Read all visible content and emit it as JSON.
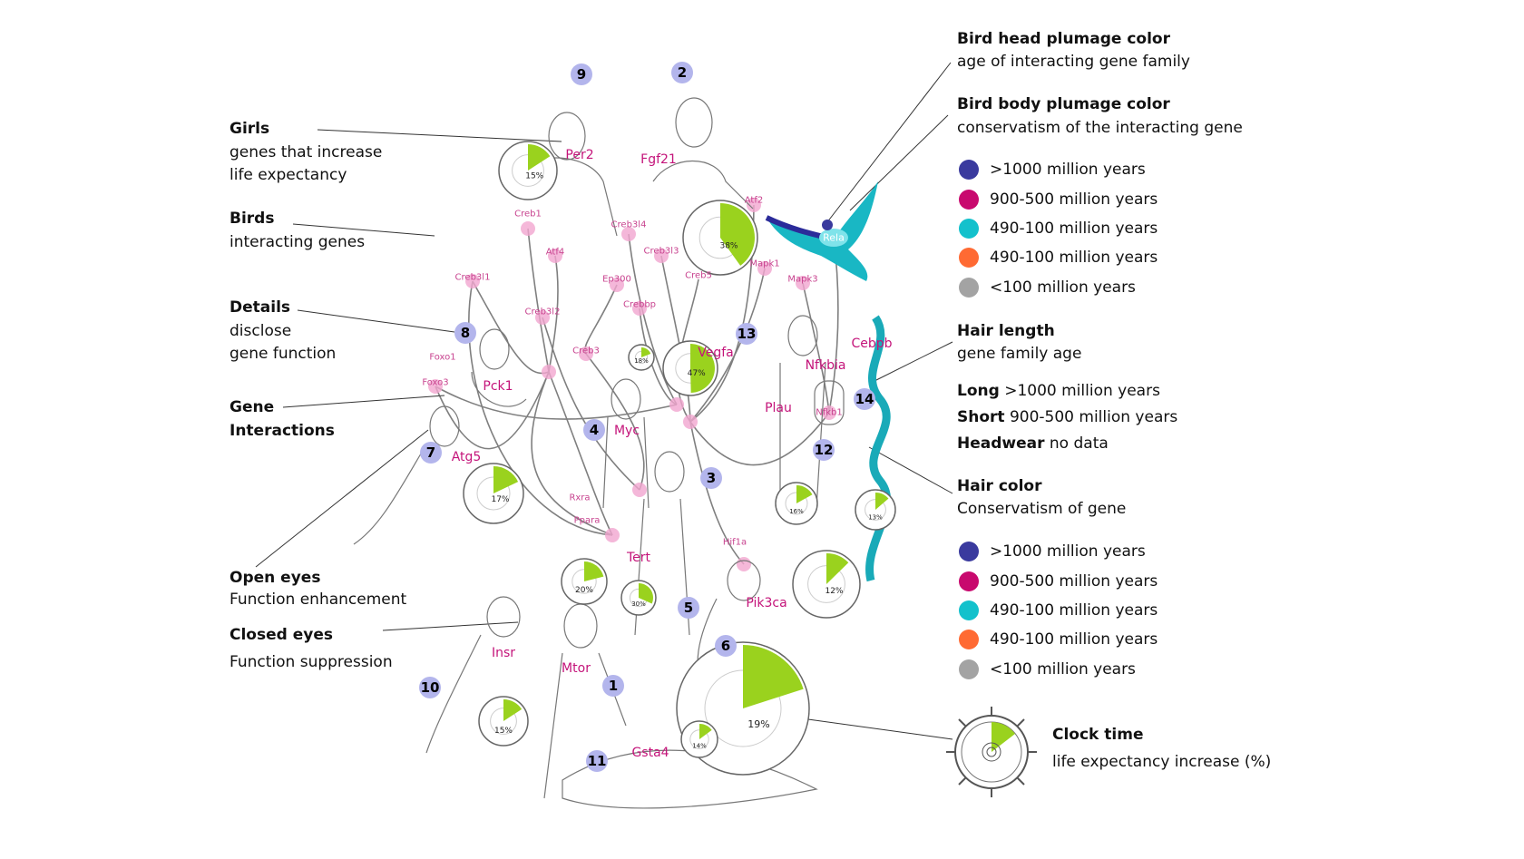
{
  "left_legend": {
    "girls": {
      "title": "Girls",
      "line1": "genes that increase",
      "line2": "life expectancy"
    },
    "birds": {
      "title": "Birds",
      "line1": "interacting genes"
    },
    "details": {
      "title": "Details",
      "line1": "disclose",
      "line2": "gene function"
    },
    "interactions": {
      "title1": "Gene",
      "title2": "Interactions"
    },
    "open_eyes": {
      "title": "Open eyes",
      "line1": "Function enhancement"
    },
    "closed_eyes": {
      "title": "Closed eyes",
      "line1": "Function suppression"
    }
  },
  "right_legend": {
    "bird_head": {
      "title": "Bird head plumage color",
      "line1": "age of interacting gene family"
    },
    "bird_body": {
      "title": "Bird body plumage color",
      "line1": "conservatism of the interacting gene"
    },
    "bird_scale": [
      {
        "label": ">1000 million years",
        "color": "#3a3a9e"
      },
      {
        "label": "900-500 million years",
        "color": "#c8096e"
      },
      {
        "label": "490-100 million years",
        "color": "#13c1cc"
      },
      {
        "label": "490-100 million years",
        "color": "#ff6a33"
      },
      {
        "label": "<100 million years",
        "color": "#a3a3a3"
      }
    ],
    "hair_length": {
      "title": "Hair length",
      "line1": "gene family age"
    },
    "hair_rows": [
      {
        "key": "Long",
        "value": ">1000 million years"
      },
      {
        "key": "Short",
        "value": "900-500 million years"
      },
      {
        "key": "Headwear",
        "value": "no data"
      }
    ],
    "hair_color": {
      "title": "Hair color",
      "line1": "Conservatism of gene"
    },
    "hair_scale": [
      {
        "label": ">1000 million years",
        "color": "#3a3a9e"
      },
      {
        "label": "900-500 million years",
        "color": "#c8096e"
      },
      {
        "label": "490-100 million years",
        "color": "#13c1cc"
      },
      {
        "label": "490-100 million years",
        "color": "#ff6a33"
      },
      {
        "label": "<100 million years",
        "color": "#a3a3a3"
      }
    ],
    "clock": {
      "title": "Clock time",
      "line1": "life expectancy increase (%)"
    }
  },
  "genes_main": [
    "Per2",
    "Fgf21",
    "Pck1",
    "Vegfa",
    "Myc",
    "Nfkbia",
    "Cebpb",
    "Plau",
    "Atg5",
    "Tert",
    "Pik3ca",
    "Insr",
    "Mtor",
    "Gsta4"
  ],
  "genes_birds": [
    "Creb1",
    "Creb3l4",
    "Atf2",
    "Atf4",
    "Creb3l3",
    "Creb3l1",
    "Ep300",
    "Creb5",
    "Mapk1",
    "Mapk3",
    "Rela",
    "Creb3l2",
    "Crebbp",
    "Creb3",
    "Foxo1",
    "Foxo3",
    "Nfkb1",
    "Rxra",
    "Ppara",
    "Hif1a"
  ],
  "badges": [
    "9",
    "2",
    "8",
    "13",
    "14",
    "4",
    "7",
    "12",
    "3",
    "5",
    "6",
    "10",
    "1",
    "11"
  ],
  "clocks": [
    15,
    38,
    18,
    47,
    17,
    16,
    13,
    20,
    30,
    12,
    19,
    15,
    14
  ],
  "colors": {
    "accent_green": "#9ad21e",
    "gene_magenta": "#c4147a",
    "badge": "#b3b5ec"
  }
}
